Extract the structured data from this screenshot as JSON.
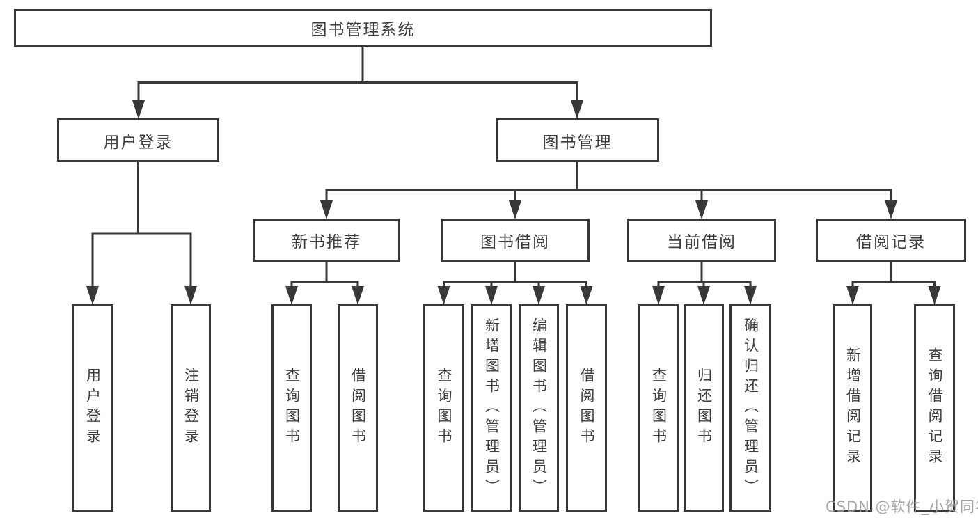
{
  "diagram_title": "图书管理系统",
  "tree": {
    "root": {
      "label": "图书管理系统",
      "children": [
        {
          "label": "用户登录",
          "children": [
            {
              "label": "用户登录"
            },
            {
              "label": "注销登录"
            }
          ]
        },
        {
          "label": "图书管理",
          "children": [
            {
              "label": "新书推荐",
              "children": [
                {
                  "label": "查询图书"
                },
                {
                  "label": "借阅图书"
                }
              ]
            },
            {
              "label": "图书借阅",
              "children": [
                {
                  "label": "查询图书"
                },
                {
                  "label": "新增图书（管理员）"
                },
                {
                  "label": "编辑图书（管理员）"
                },
                {
                  "label": "借阅图书"
                }
              ]
            },
            {
              "label": "当前借阅",
              "children": [
                {
                  "label": "查询图书"
                },
                {
                  "label": "归还图书"
                },
                {
                  "label": "确认归还（管理员）"
                }
              ]
            },
            {
              "label": "借阅记录",
              "children": [
                {
                  "label": "新增借阅记录"
                },
                {
                  "label": "查询借阅记录"
                }
              ]
            }
          ]
        }
      ]
    }
  },
  "watermark": {
    "text": "CSDN @软件_小贺同学"
  },
  "colors": {
    "line": "#383838",
    "text": "#3e3e3e",
    "watermark": "#9c9c9c",
    "background": "#ffffff"
  }
}
